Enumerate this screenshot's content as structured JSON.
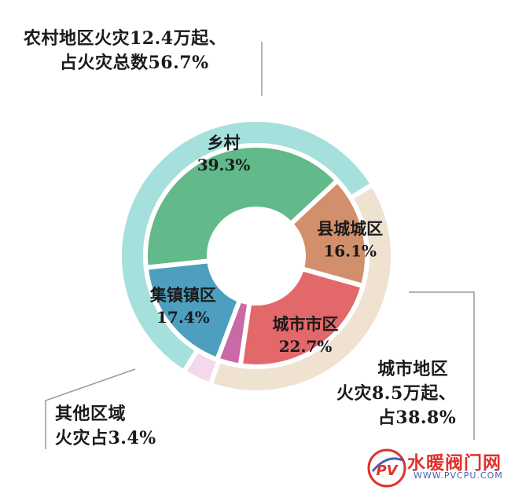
{
  "chart_data": {
    "type": "pie",
    "subtype": "nested-donut",
    "inner_ring": [
      {
        "label": "乡村",
        "value": 39.3,
        "value_label": "39.3%",
        "color": "#62b98a"
      },
      {
        "label": "县城城区",
        "value": 16.1,
        "value_label": "16.1%",
        "color": "#d18f6b"
      },
      {
        "label": "城市市区",
        "value": 22.7,
        "value_label": "22.7%",
        "color": "#e2686a"
      },
      {
        "label": "",
        "value": 3.4,
        "value_label": "",
        "color": "#c96aa7"
      },
      {
        "label": "集镇镇区",
        "value": 17.4,
        "value_label": "17.4%",
        "color": "#4e9ec0"
      }
    ],
    "outer_ring": [
      {
        "group": "农村地区",
        "value": 56.7,
        "color": "#a6e0dc"
      },
      {
        "group": "城市地区",
        "value": 38.8,
        "color": "#efe2d1"
      },
      {
        "group": "其他区域",
        "value": 3.4,
        "color": "#f4d9ec"
      }
    ],
    "annotations": [
      {
        "group": "农村地区",
        "lines": [
          "农村地区火灾12.4万起、",
          "占火灾总数56.7%"
        ]
      },
      {
        "group": "城市地区",
        "lines": [
          "城市地区",
          "火灾8.5万起、",
          "占38.8%"
        ]
      },
      {
        "group": "其他区域",
        "lines": [
          "其他区域",
          "火灾占3.4%"
        ]
      }
    ],
    "title": "",
    "legend": "none"
  },
  "watermark": {
    "text": "水暖阀门网",
    "url": "WWW.PVCPU.COM",
    "logo_letters": "PV",
    "colors": {
      "red": "#e0312b",
      "blue": "#4a5fb0"
    }
  }
}
